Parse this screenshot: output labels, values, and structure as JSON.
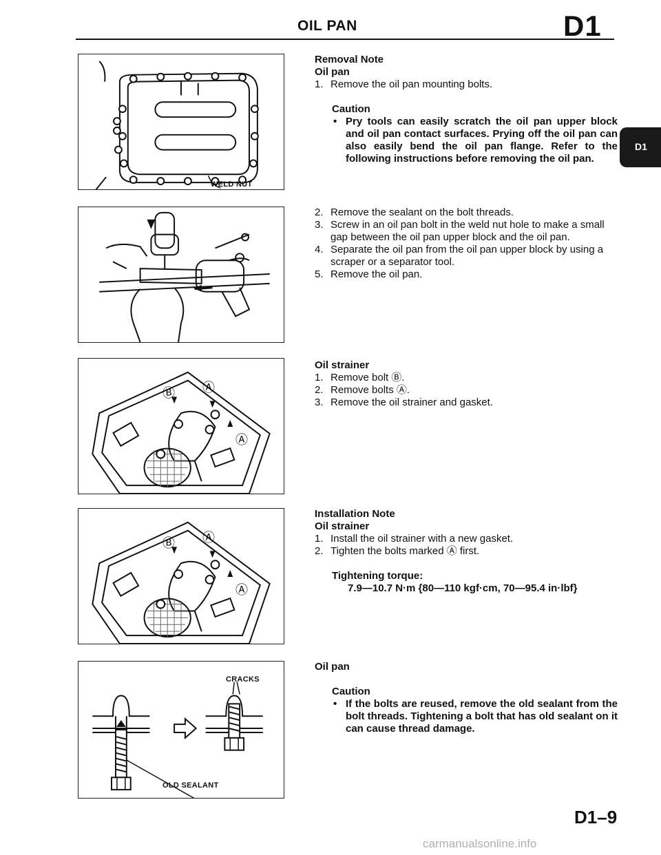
{
  "header": {
    "title": "OIL PAN",
    "section_code": "D1",
    "side_tab_label": "D1"
  },
  "figures": {
    "fig1_label": "WELD NUT",
    "fig5_label_top": "CRACKS",
    "fig5_label_bottom": "OLD SEALANT",
    "circle_a": "Ⓐ",
    "circle_b": "Ⓑ"
  },
  "removal": {
    "heading": "Removal Note",
    "subheading": "Oil pan",
    "step1_num": "1.",
    "step1": "Remove the oil pan mounting bolts.",
    "caution_title": "Caution",
    "caution_bullet": "•",
    "caution_text": "Pry tools can easily scratch the oil pan upper block and oil pan contact surfaces. Prying off the oil pan can also easily bend the oil pan flange. Refer to the following instructions before removing the oil pan.",
    "steps2": [
      {
        "num": "2.",
        "text": "Remove the sealant on the bolt threads."
      },
      {
        "num": "3.",
        "text": "Screw in an oil pan bolt in the weld nut hole to make a small gap between the oil pan upper block and the oil pan."
      },
      {
        "num": "4.",
        "text": "Separate the oil pan from the oil pan upper block by using a scraper or a separator tool."
      },
      {
        "num": "5.",
        "text": "Remove the oil pan."
      }
    ]
  },
  "strainer_removal": {
    "subheading": "Oil strainer",
    "steps": [
      {
        "num": "1.",
        "text": "Remove bolt Ⓑ."
      },
      {
        "num": "2.",
        "text": "Remove bolts Ⓐ."
      },
      {
        "num": "3.",
        "text": "Remove the oil strainer and gasket."
      }
    ]
  },
  "installation": {
    "heading": "Installation Note",
    "subheading": "Oil strainer",
    "steps": [
      {
        "num": "1.",
        "text": "Install the oil strainer with a new gasket."
      },
      {
        "num": "2.",
        "text": "Tighten the bolts marked Ⓐ first."
      }
    ],
    "torque_title": "Tightening torque:",
    "torque_value": "7.9—10.7 N·m {80—110 kgf·cm, 70—95.4 in·lbf}"
  },
  "oil_pan_install": {
    "subheading": "Oil pan",
    "caution_title": "Caution",
    "caution_bullet": "•",
    "caution_text": "If the bolts are reused, remove the old sealant from the bolt threads. Tightening a bolt that has old sealant on it can cause thread damage."
  },
  "footer": {
    "page_number": "D1–9",
    "watermark": "carmanualsonline.info"
  }
}
